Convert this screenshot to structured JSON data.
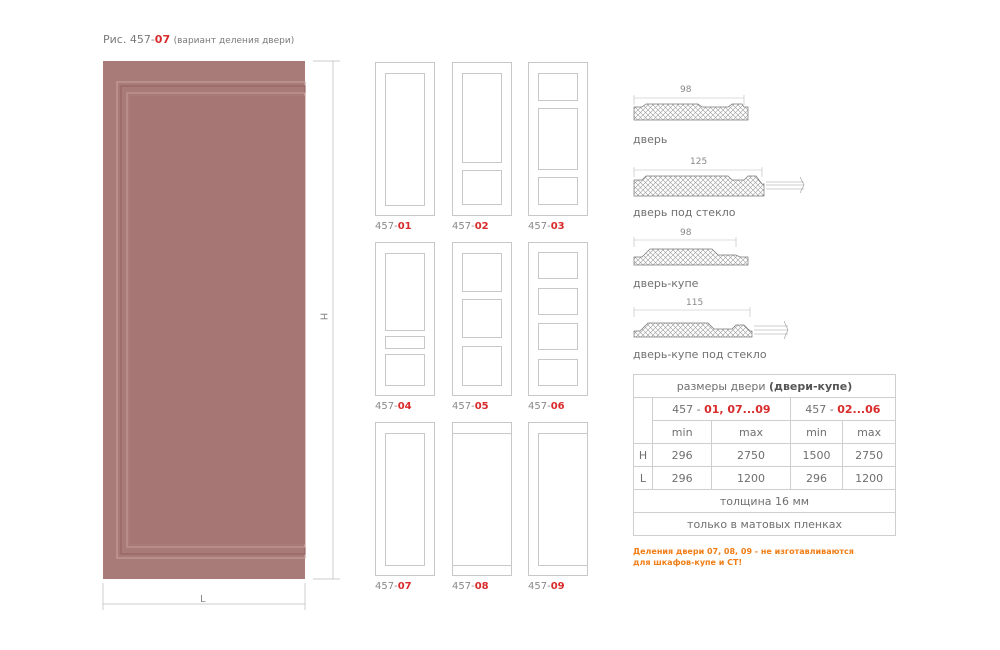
{
  "caption": {
    "prefix": "Рис. 457-",
    "number": "07",
    "suffix": "(вариант деления двери)"
  },
  "main_door": {
    "color": "#a87a78",
    "dim_height_label": "H",
    "dim_width_label": "L"
  },
  "variants": [
    {
      "prefix": "457-",
      "num": "01"
    },
    {
      "prefix": "457-",
      "num": "02"
    },
    {
      "prefix": "457-",
      "num": "03"
    },
    {
      "prefix": "457-",
      "num": "04"
    },
    {
      "prefix": "457-",
      "num": "05"
    },
    {
      "prefix": "457-",
      "num": "06"
    },
    {
      "prefix": "457-",
      "num": "07"
    },
    {
      "prefix": "457-",
      "num": "08"
    },
    {
      "prefix": "457-",
      "num": "09"
    }
  ],
  "profiles": [
    {
      "dim": "98",
      "label": "дверь"
    },
    {
      "dim": "125",
      "label": "дверь под стекло"
    },
    {
      "dim": "98",
      "label": "дверь-купе"
    },
    {
      "dim": "115",
      "label": "дверь-купе под стекло"
    }
  ],
  "table": {
    "title_plain": "размеры двери ",
    "title_bold": "(двери-купе)",
    "group1_prefix": "457 - ",
    "group1_num": "01, 07...09",
    "group2_prefix": "457 - ",
    "group2_num": "02...06",
    "min_label": "min",
    "max_label": "max",
    "rows": [
      {
        "label": "H",
        "v1": "296",
        "v2": "2750",
        "v3": "1500",
        "v4": "2750"
      },
      {
        "label": "L",
        "v1": "296",
        "v2": "1200",
        "v3": "296",
        "v4": "1200"
      }
    ],
    "thickness": "толщина 16 мм",
    "finish": "только в матовых пленках"
  },
  "note": "Деления двери 07, 08, 09 - не изготавливаются для шкафов-купе и СТ!"
}
